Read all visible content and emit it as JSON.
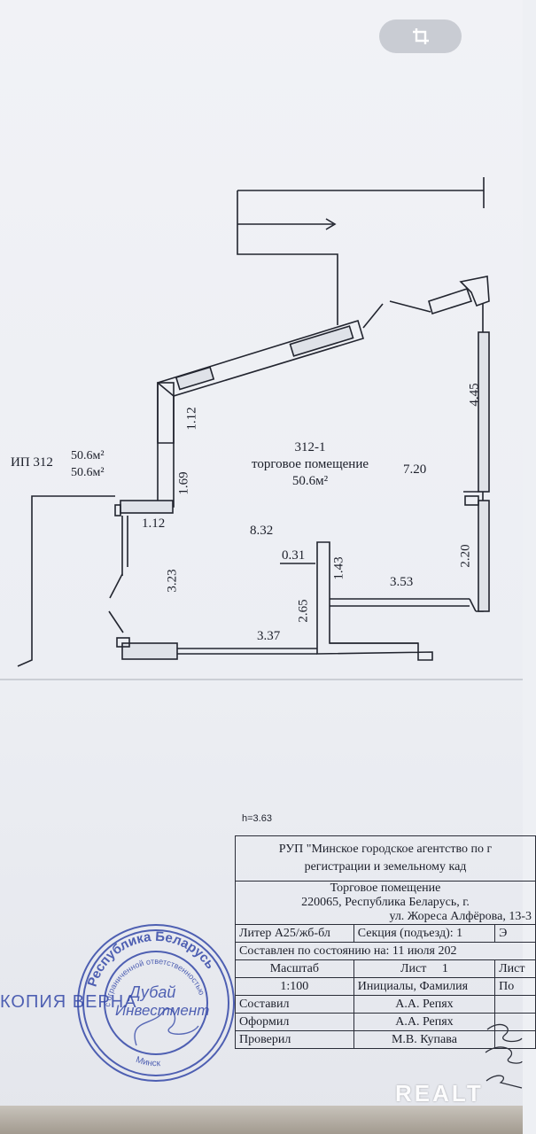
{
  "toolbar": {
    "crop_icon": "crop-icon"
  },
  "plan": {
    "room": {
      "number": "312-1",
      "name": "торговое помещение",
      "area": "50.6м²"
    },
    "neighbor": {
      "label": "ИП 312",
      "area1": "50.6м²",
      "area2": "50.6м²"
    },
    "dims": {
      "d_445": "4.45",
      "d_720": "7.20",
      "d_112_top": "1.12",
      "d_169": "1.69",
      "d_112_left": "1.12",
      "d_832": "8.32",
      "d_031": "0.31",
      "d_143": "1.43",
      "d_220": "2.20",
      "d_353": "3.53",
      "d_323": "3.23",
      "d_265": "2.65",
      "d_337": "3.37"
    },
    "height": "h=3.63"
  },
  "stamp": {
    "org_line1": "РУП \"Минское городское агентство по г",
    "org_line2": "регистрации и земельному кад",
    "object": "Торговое помещение",
    "addr1": "220065, Республика Беларусь, г.",
    "addr2": "ул. Жореса Алфёрова, 13-3",
    "liter": "Литер А25/жб-бл",
    "section_label": "Секция (подъезд): 1",
    "section_cut": "Э",
    "composed": "Составлен по состоянию на: 11 июля 202",
    "scale_label": "Масштаб",
    "sheet_label": "Лист",
    "sheet_num": "1",
    "sheets_label": "Лист",
    "scale_value": "1:100",
    "initials_label": "Инициалы, Фамилия",
    "sign_label": "По",
    "role1": "Составил",
    "name1": "А.А. Репях",
    "role2": "Оформил",
    "name2": "А.А. Репях",
    "role3": "Проверил",
    "name3": "М.В. Купава"
  },
  "seal": {
    "ring_top": "Республика Беларусь",
    "ring_bottom": "Минск",
    "inner": "с ограниченной ответственностью",
    "center1": "Дубай",
    "center2": "Инвестмент",
    "copy_text": "КОПИЯ ВЕРНА"
  },
  "watermark": "REALT"
}
